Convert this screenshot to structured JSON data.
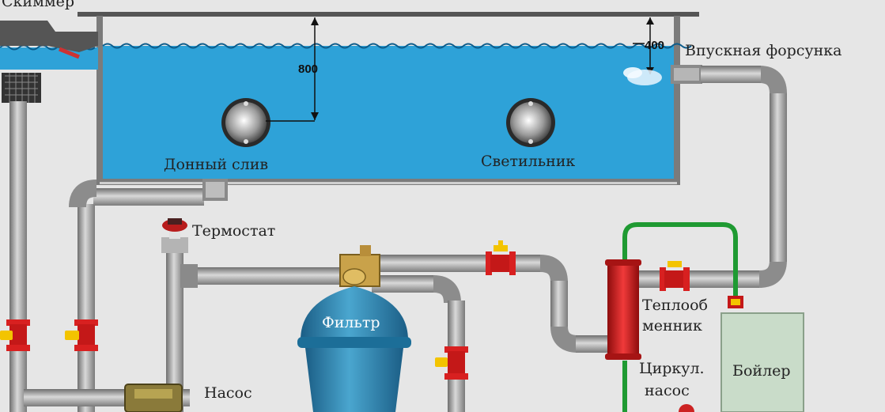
{
  "labels": {
    "skimmer": "Скиммер",
    "inlet_nozzle": "Впускная форсунка",
    "bottom_drain": "Донный слив",
    "light": "Светильник",
    "thermostat": "Термостат",
    "filter": "Фильтр",
    "heat_exchanger_1": "Теплооб",
    "heat_exchanger_2": "менник",
    "circ_pump_1": "Циркул.",
    "circ_pump_2": "насос",
    "boiler": "Бойлер",
    "pump": "Насос"
  },
  "dimensions": {
    "depth": "800",
    "nozzle_depth": "400"
  },
  "colors": {
    "background": "#e6e6e6",
    "water": "#2ea2d8",
    "pipe": "#9c9c9c",
    "valve": "#d82020",
    "handle": "#f3c400",
    "heating_loop": "#1f9a32",
    "boiler": "#c9dcc9",
    "filter": "#2b86b0"
  }
}
